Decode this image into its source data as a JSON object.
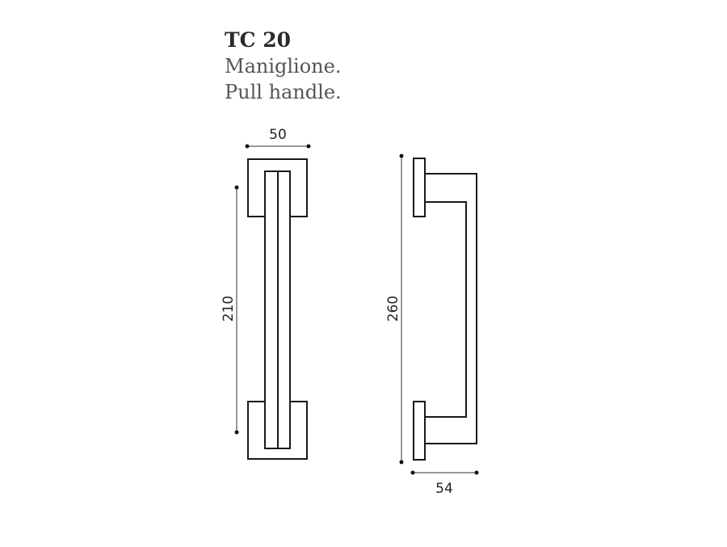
{
  "title": {
    "code": "TC 20",
    "line_it": "Maniglione.",
    "line_en": "Pull handle."
  },
  "dimensions": {
    "front_width": "50",
    "front_height": "210",
    "side_height": "260",
    "side_depth": "54"
  }
}
